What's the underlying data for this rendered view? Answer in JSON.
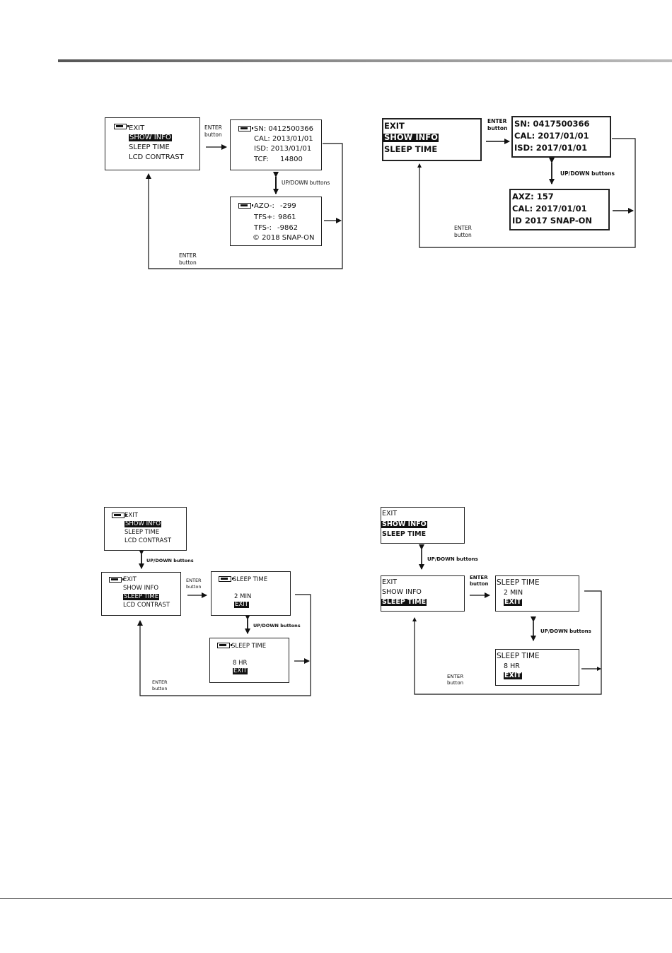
{
  "common": {
    "enter_label": "ENTER",
    "button_label": "button",
    "updown_label": "UP/DOWN buttons"
  },
  "diagram1": {
    "menu": [
      "EXIT",
      "SHOW INFO",
      "SLEEP TIME",
      "LCD CONTRAST"
    ],
    "info1": [
      "SN: 0412500366",
      "CAL: 2013/01/01",
      "ISD: 2013/01/01",
      "TCF:",
      "14800"
    ],
    "info2": [
      "AZO-:",
      "-299",
      "TFS+:",
      "9861",
      "TFS-:",
      "-9862",
      "© 2018 SNAP-ON"
    ]
  },
  "diagram2": {
    "menu": [
      "EXIT",
      "SHOW INFO",
      "SLEEP TIME"
    ],
    "info1": [
      "SN: 0417500366",
      "CAL: 2017/01/01",
      "ISD: 2017/01/01"
    ],
    "info2": [
      "AXZ: 157",
      "CAL: 2017/01/01",
      "ID 2017 SNAP-ON"
    ]
  },
  "diagram3": {
    "menu_a": [
      "EXIT",
      "SHOW INFO",
      "SLEEP TIME",
      "LCD CONTRAST"
    ],
    "menu_b": [
      "EXIT",
      "SHOW INFO",
      "SLEEP TIME",
      "LCD CONTRAST"
    ],
    "sleep1": [
      "SLEEP TIME",
      "2 MIN",
      "EXIT"
    ],
    "sleep2": [
      "SLEEP TIME",
      "8 HR",
      "EXIT"
    ]
  },
  "diagram4": {
    "menu_a": [
      "EXIT",
      "SHOW INFO",
      "SLEEP TIME"
    ],
    "menu_b": [
      "EXIT",
      "SHOW INFO",
      "SLEEP TIME"
    ],
    "sleep1": [
      "SLEEP TIME",
      "2 MIN",
      "EXIT"
    ],
    "sleep2": [
      "SLEEP TIME",
      "8 HR",
      "EXIT"
    ]
  }
}
